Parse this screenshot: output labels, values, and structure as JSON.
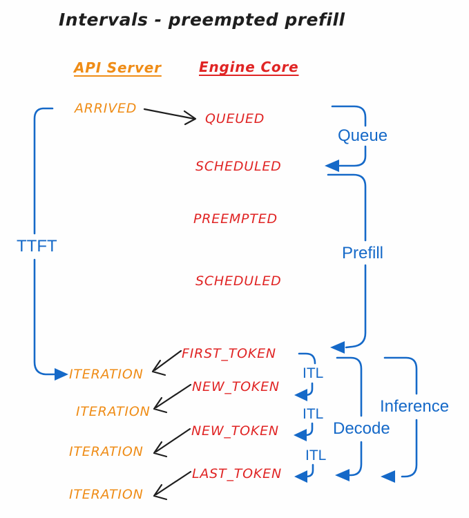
{
  "title": "Intervals - preempted prefill",
  "colors": {
    "orange": "#ef8c16",
    "red": "#e02424",
    "blue": "#1569c8",
    "ink": "#1e1e1e"
  },
  "columns": {
    "api_server": "API Server",
    "engine_core": "Engine Core"
  },
  "events": {
    "arrived": "ARRIVED",
    "queued": "QUEUED",
    "scheduled_1": "SCHEDULED",
    "preempted": "PREEMPTED",
    "scheduled_2": "SCHEDULED",
    "first_token": "FIRST_TOKEN",
    "new_token_1": "NEW_TOKEN",
    "new_token_2": "NEW_TOKEN",
    "last_token": "LAST_TOKEN",
    "iteration_1": "ITERATION",
    "iteration_2": "ITERATION",
    "iteration_3": "ITERATION",
    "iteration_4": "ITERATION"
  },
  "intervals": {
    "ttft": "TTFT",
    "queue": "Queue",
    "prefill": "Prefill",
    "decode": "Decode",
    "inference": "Inference",
    "itl_1": "ITL",
    "itl_2": "ITL",
    "itl_3": "ITL"
  }
}
